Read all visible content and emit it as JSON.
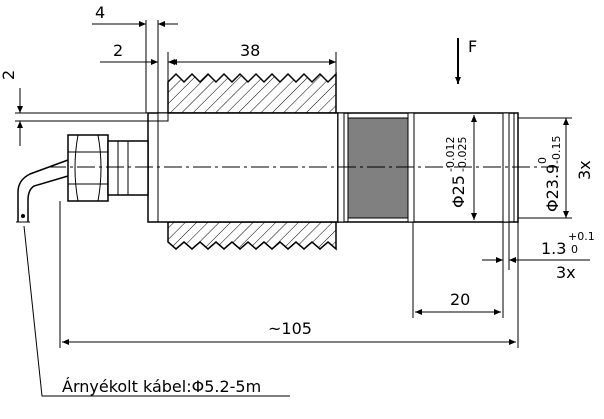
{
  "dimensions": {
    "d4": "4",
    "d2_top": "2",
    "d38": "38",
    "d2_side": "2",
    "d20": "20",
    "d105": "~105",
    "d13": "1.3",
    "d13_tol_up": "+0.1",
    "d13_tol_low": "0",
    "d13_count": "3x",
    "phi25": "Φ25",
    "phi25_tol_up": "-0.012",
    "phi25_tol_low": "-0.025",
    "phi239": "Φ23.9",
    "phi239_tol_up": "0",
    "phi239_tol_low": "-0.15",
    "phi239_count": "3x"
  },
  "force_label": "F",
  "cable_note": "Árnyékolt kábel:Φ5.2-5m",
  "colors": {
    "line": "#000000",
    "seal_fill": "#808080",
    "hatch": "#000000"
  }
}
